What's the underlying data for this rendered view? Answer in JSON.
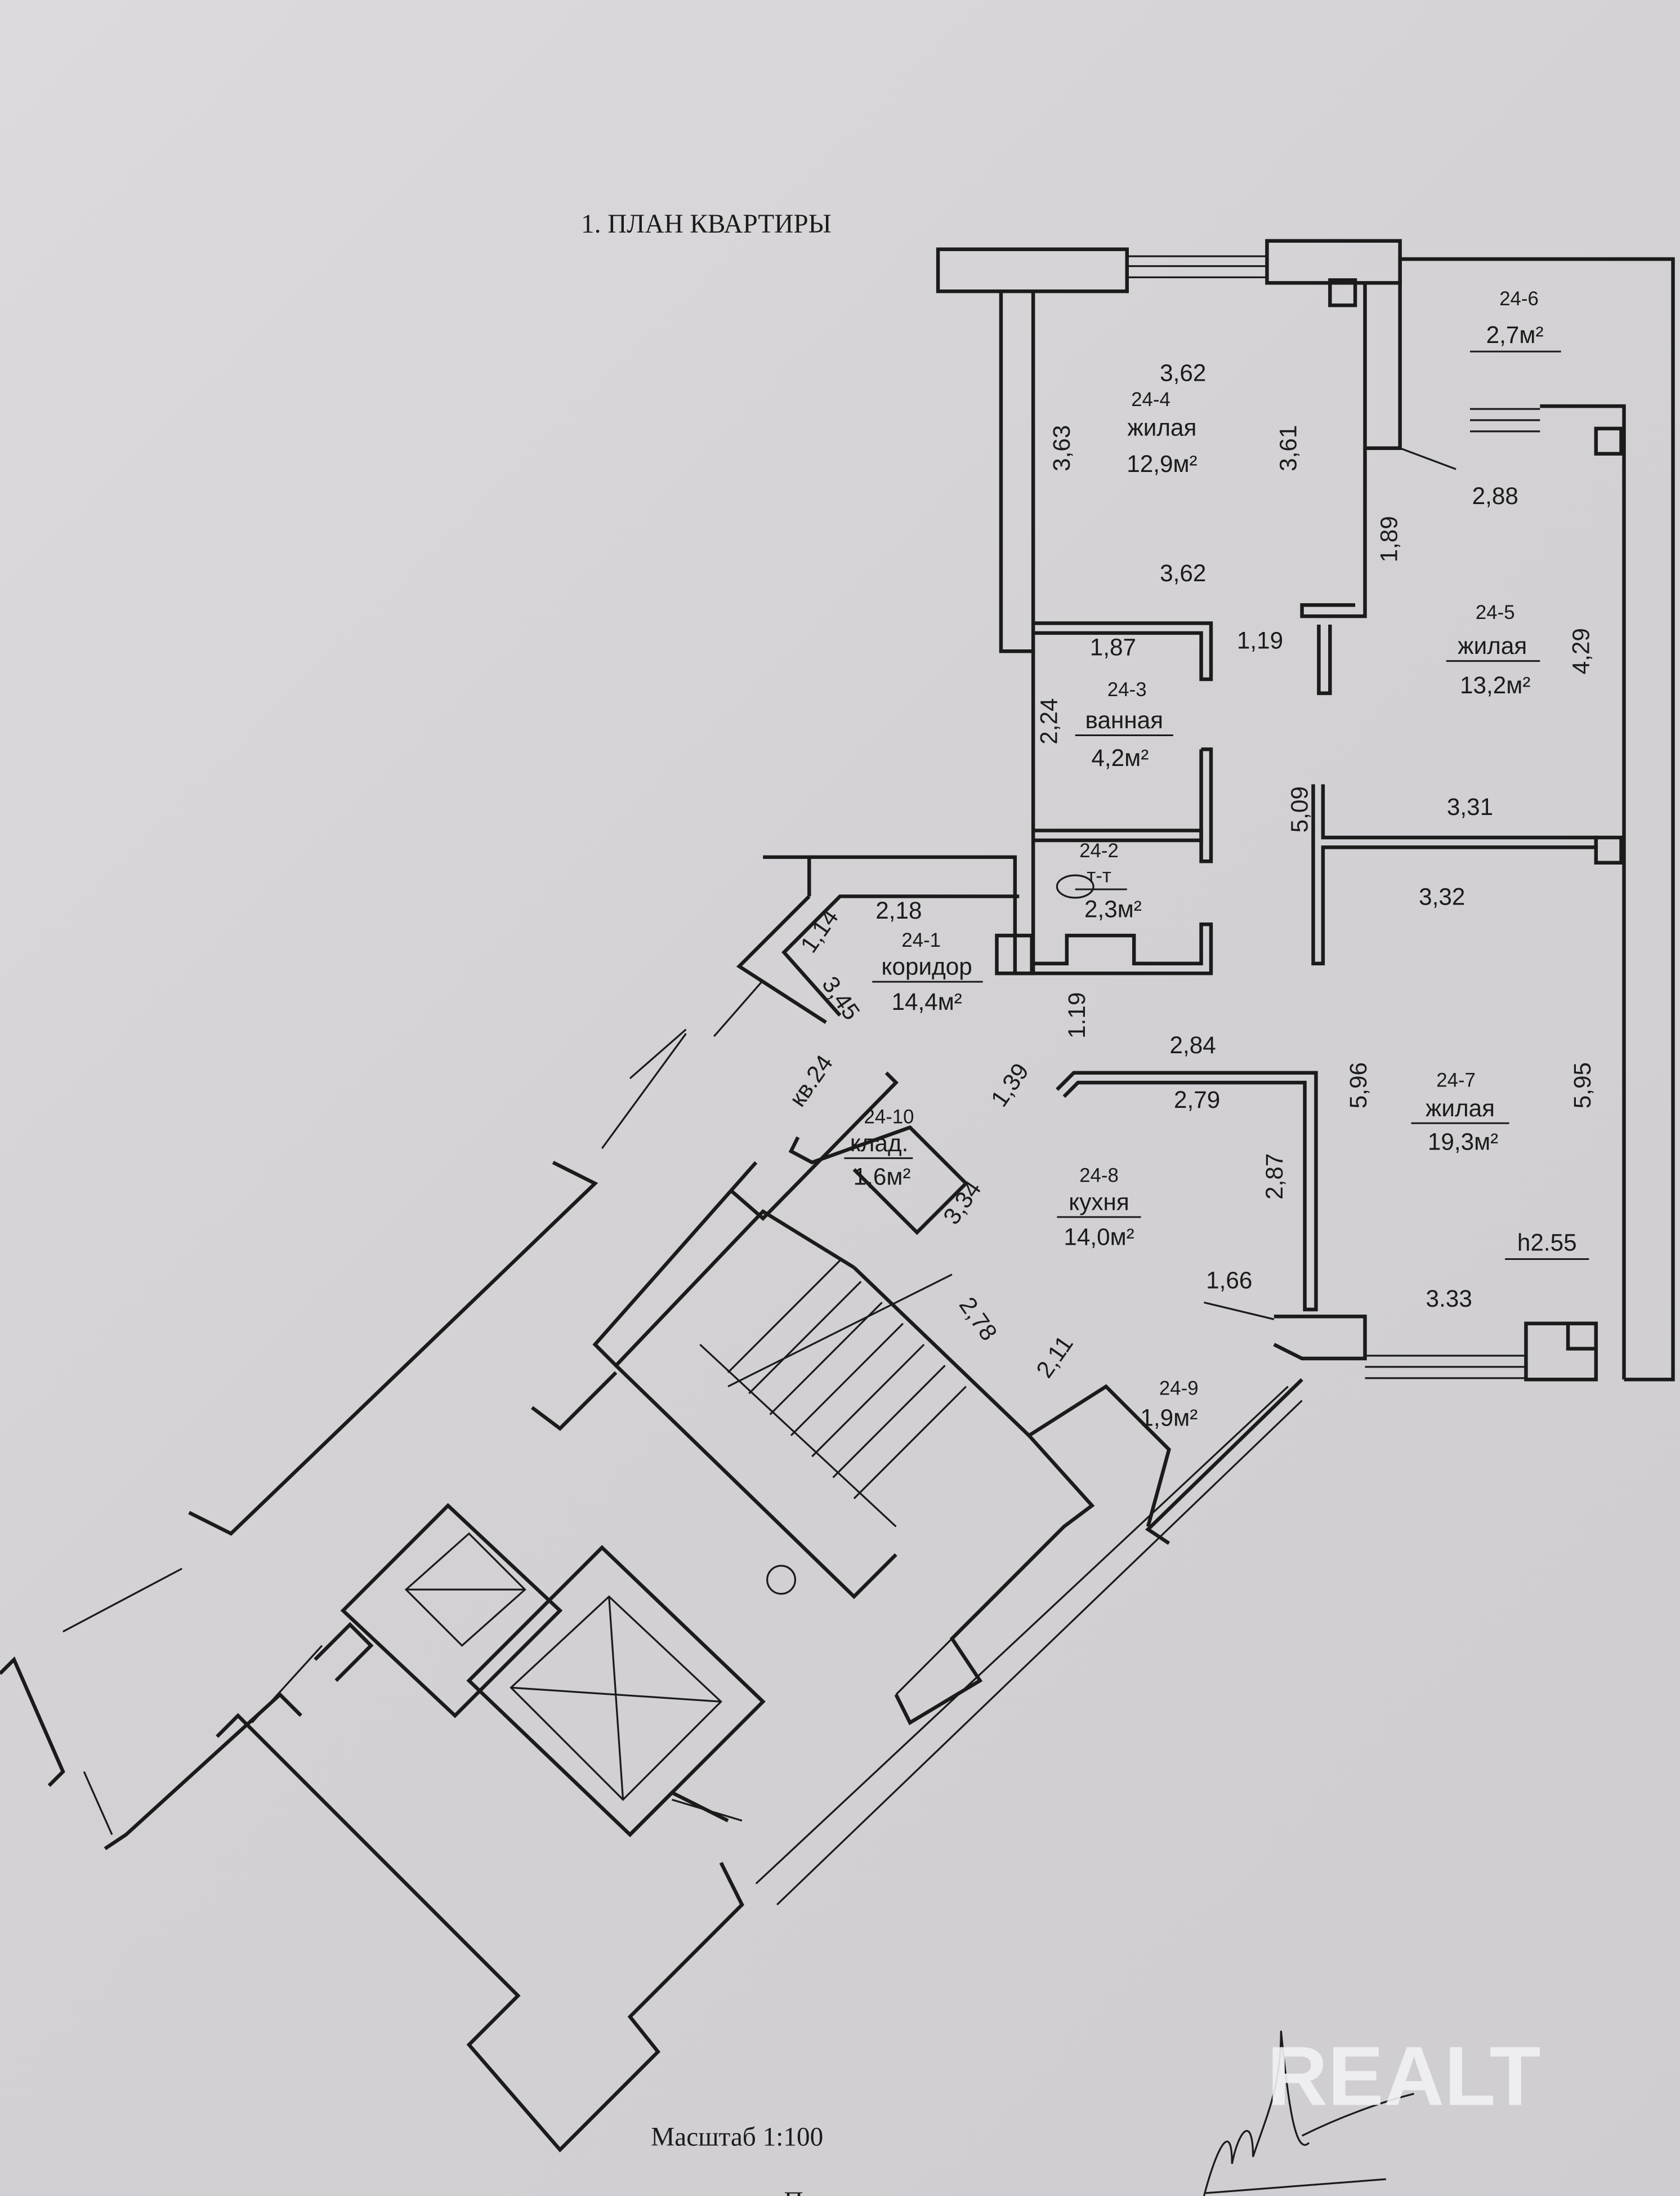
{
  "title": "1. ПЛАН КВАРТИРЫ",
  "scale": "Масштаб 1:100",
  "signature_caption": "Подпись исполнителя",
  "watermark": "REALT",
  "apartment": "кв.24",
  "ceiling_height": "h2.55",
  "rooms": {
    "r1": {
      "id": "24-1",
      "name": "коридор",
      "area": "14,4м²"
    },
    "r2": {
      "id": "24-2",
      "name": "т-т",
      "area": "2,3м²"
    },
    "r3": {
      "id": "24-3",
      "name": "ванная",
      "area": "4,2м²"
    },
    "r4": {
      "id": "24-4",
      "name": "жилая",
      "area": "12,9м²"
    },
    "r5": {
      "id": "24-5",
      "name": "жилая",
      "area": "13,2м²"
    },
    "r6": {
      "id": "24-6",
      "area": "2,7м²"
    },
    "r7": {
      "id": "24-7",
      "name": "жилая",
      "area": "19,3м²"
    },
    "r8": {
      "id": "24-8",
      "name": "кухня",
      "area": "14,0м²"
    },
    "r9": {
      "id": "24-9",
      "area": "1,9м²"
    },
    "r10": {
      "id": "24-10",
      "name": "клад.",
      "area": "1,6м²"
    }
  },
  "dims": {
    "r4_top": "3,62",
    "r4_left": "3,63",
    "r4_right": "3,61",
    "r4_bottom": "3,62",
    "r5_top": "2,88",
    "r5_left": "1,89",
    "r5_right": "4,29",
    "r5_opening": "1,19",
    "r3_top": "1,87",
    "r3_left": "2,24",
    "r5_r7_wall": "5,09",
    "r7_top": "3,31",
    "r7_top_inner": "3,32",
    "r1_top": "2,18",
    "r1_diag_a": "1,14",
    "r1_diag_b": "3,45",
    "r1_opening": "1.19",
    "r8_top": "2,84",
    "r8_top_inner": "2,79",
    "r8_diag": "1,39",
    "r8_right": "2,87",
    "r10_side": "3,34",
    "r7_left": "5,96",
    "r7_right": "5,95",
    "r7_bottom": "3.33",
    "r8_bottom": "1,66",
    "r8_diag_bottom": "2,78",
    "r9_side": "2,11"
  }
}
